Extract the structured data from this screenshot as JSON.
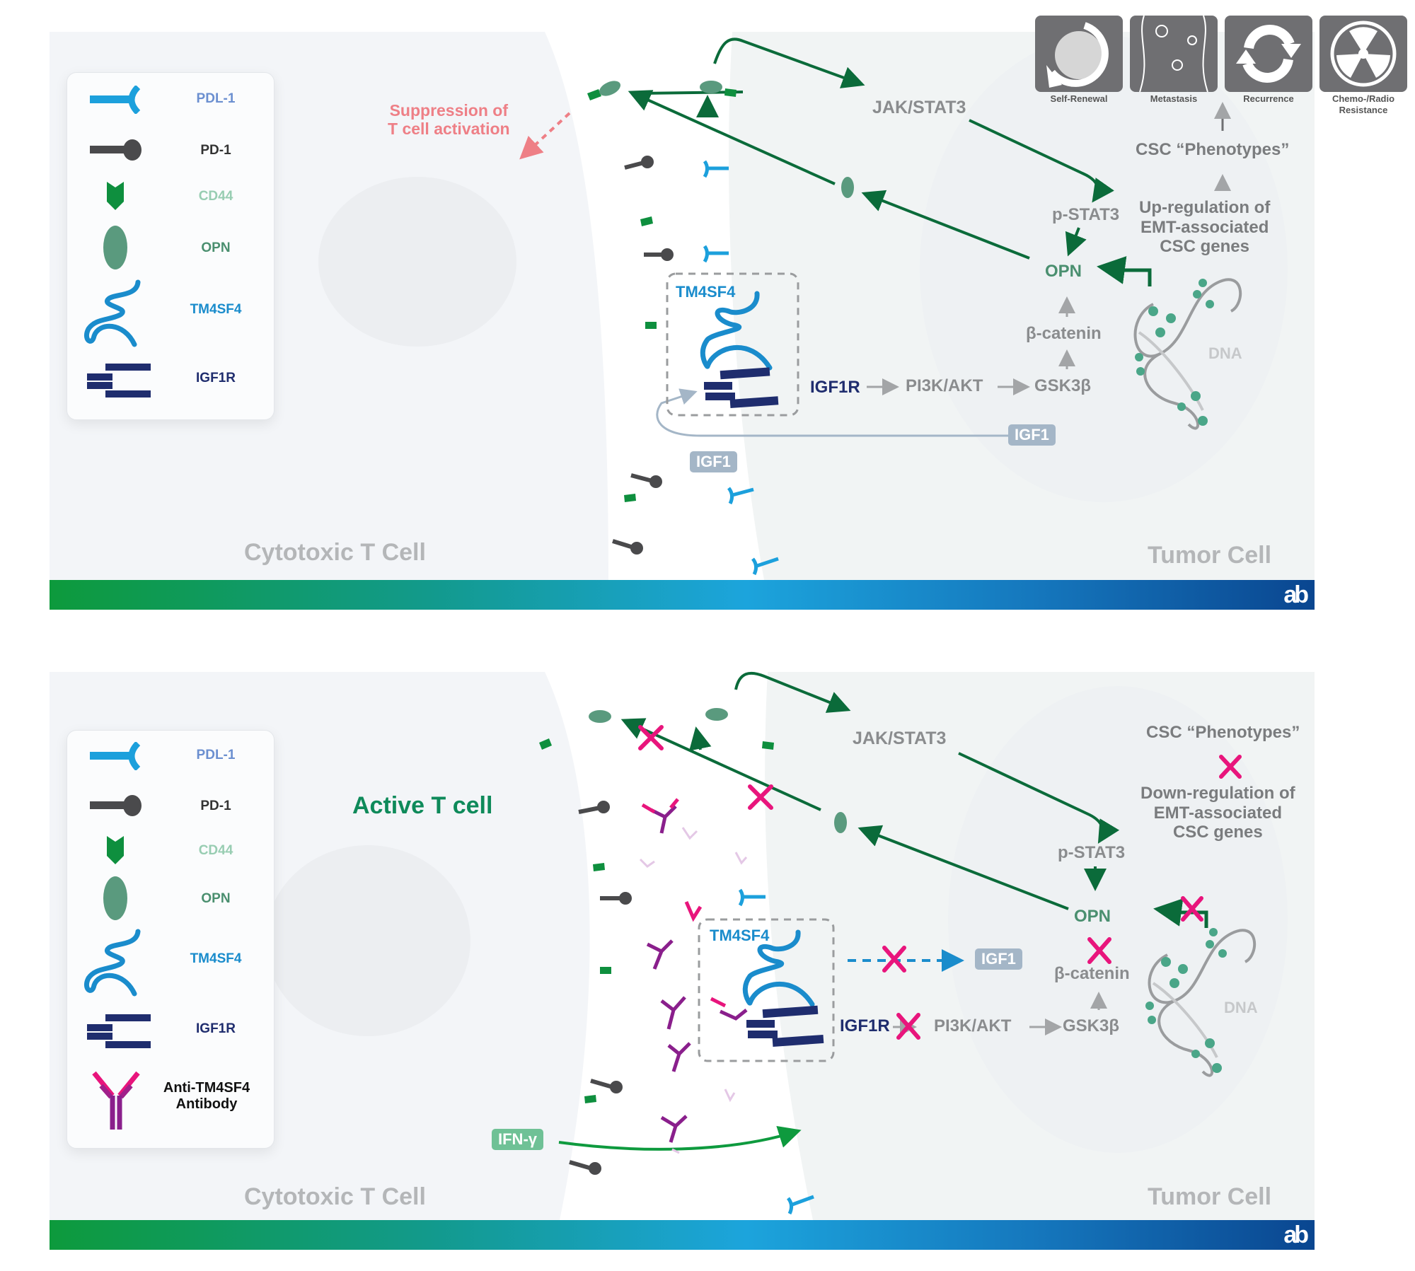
{
  "colors": {
    "pdl1": "#1ca0dc",
    "pd1": "#4a4a4c",
    "cd44": "#0e8f3e",
    "opn": "#5a9a7e",
    "tm4sf4": "#1a8ccc",
    "igf1r": "#1f2d6e",
    "antibody": "#8a1f8c",
    "arrow_green": "#0b6b3a",
    "inhibit_x": "#e8157c",
    "suppression": "#ee7f86",
    "grey_text": "#8a8c8e"
  },
  "top_panel": {
    "legend": [
      {
        "label": "PDL-1",
        "icon": "pdl1-icon"
      },
      {
        "label": "PD-1",
        "icon": "pd1-icon"
      },
      {
        "label": "CD44",
        "icon": "cd44-icon"
      },
      {
        "label": "OPN",
        "icon": "opn-icon"
      },
      {
        "label": "TM4SF4",
        "icon": "tm4sf4-icon"
      },
      {
        "label": "IGF1R",
        "icon": "igf1r-icon"
      }
    ],
    "suppression_text": [
      "Suppression of",
      "T cell activation"
    ],
    "jak_stat3": "JAK/STAT3",
    "p_stat3": "p-STAT3",
    "opn": "OPN",
    "beta_catenin": "β-catenin",
    "gsk3b": "GSK3β",
    "pi3k_akt": "PI3K/AKT",
    "igf1r": "IGF1R",
    "tm4sf4": "TM4SF4",
    "igf1_right": "IGF1",
    "igf1_left": "IGF1",
    "dna": "DNA",
    "csc_phenotypes": "CSC “Phenotypes”",
    "upregulation": [
      "Up-regulation of",
      "EMT-associated",
      "CSC genes"
    ],
    "phenotypes": [
      {
        "label": "Self-Renewal",
        "icon": "self-renewal-icon"
      },
      {
        "label": "Metastasis",
        "icon": "metastasis-icon"
      },
      {
        "label": "Recurrence",
        "icon": "recurrence-icon"
      },
      {
        "label": "Chemo-/Radio Resistance",
        "icon": "radiation-icon"
      }
    ],
    "t_cell_label": "Cytotoxic T Cell",
    "tumor_cell_label": "Tumor Cell",
    "logo": "ab"
  },
  "bottom_panel": {
    "legend": [
      {
        "label": "PDL-1",
        "icon": "pdl1-icon"
      },
      {
        "label": "PD-1",
        "icon": "pd1-icon"
      },
      {
        "label": "CD44",
        "icon": "cd44-icon"
      },
      {
        "label": "OPN",
        "icon": "opn-icon"
      },
      {
        "label": "TM4SF4",
        "icon": "tm4sf4-icon"
      },
      {
        "label": "IGF1R",
        "icon": "igf1r-icon"
      },
      {
        "label": "Anti-TM4SF4 Antibody",
        "icon": "antibody-icon"
      }
    ],
    "active_t_cell": "Active T cell",
    "jak_stat3": "JAK/STAT3",
    "p_stat3": "p-STAT3",
    "opn": "OPN",
    "beta_catenin": "β-catenin",
    "gsk3b": "GSK3β",
    "pi3k_akt": "PI3K/AKT",
    "igf1r": "IGF1R",
    "tm4sf4": "TM4SF4",
    "igf1": "IGF1",
    "ifn_gamma": "IFN-γ",
    "dna": "DNA",
    "csc_phenotypes": "CSC “Phenotypes”",
    "downregulation": [
      "Down-regulation of",
      "EMT-associated",
      "CSC genes"
    ],
    "t_cell_label": "Cytotoxic T Cell",
    "tumor_cell_label": "Tumor Cell",
    "logo": "ab"
  }
}
